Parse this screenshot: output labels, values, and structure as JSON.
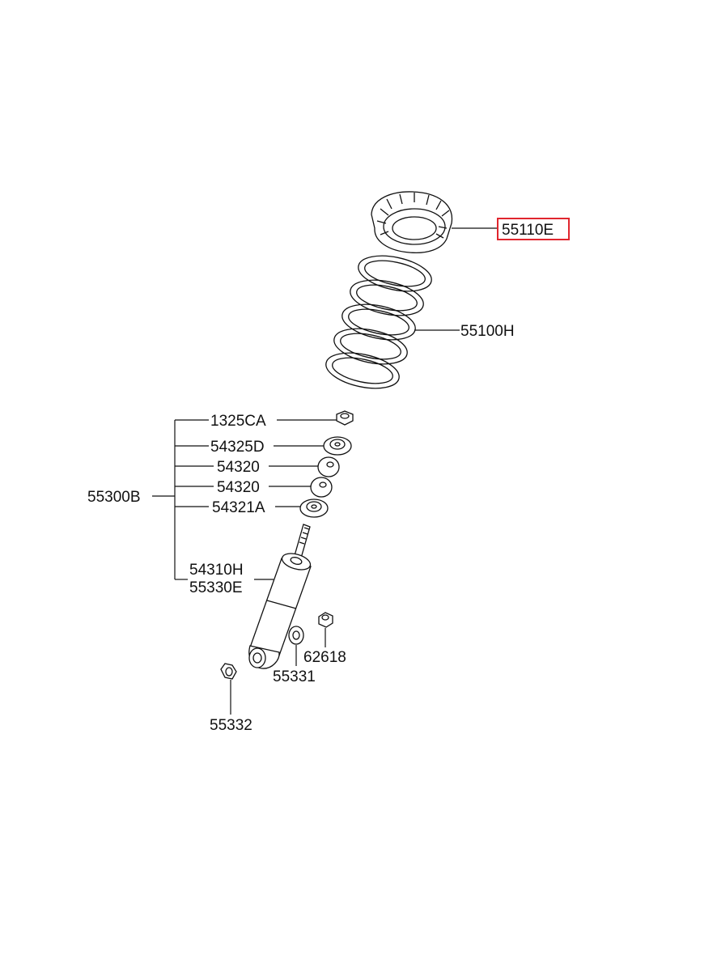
{
  "highlight_color": "#e0262e",
  "labels": {
    "spring_pad": "55110E",
    "coil_spring": "55100H",
    "assembly": "55300B",
    "nut": "1325CA",
    "washer_upper": "54325D",
    "bushing_1": "54320",
    "bushing_2": "54320",
    "washer_lower": "54321A",
    "shock_1": "54310H",
    "shock_2": "55330E",
    "bolt": "62618",
    "washer_small": "55331",
    "nut_lower": "55332"
  },
  "highlighted_part": "55110E"
}
